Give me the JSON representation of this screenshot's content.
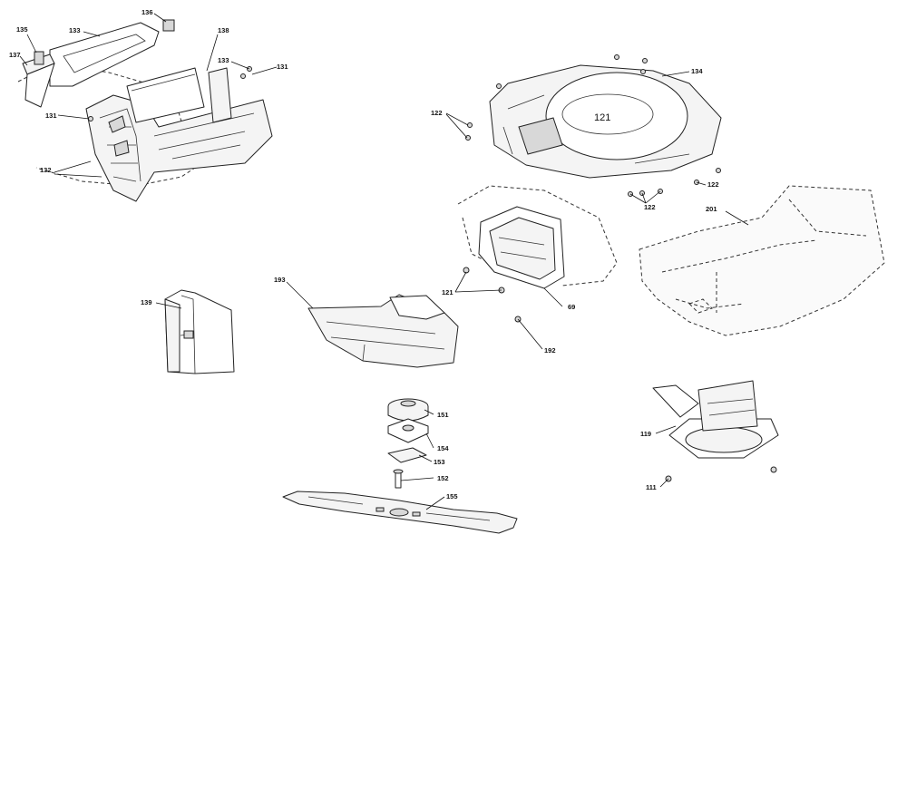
{
  "callouts": [
    {
      "key": "c135",
      "text": "135"
    },
    {
      "key": "c136",
      "text": "136"
    },
    {
      "key": "c133a",
      "text": "133"
    },
    {
      "key": "c137",
      "text": "137"
    },
    {
      "key": "c138",
      "text": "138"
    },
    {
      "key": "c133b",
      "text": "133"
    },
    {
      "key": "c131a",
      "text": "131"
    },
    {
      "key": "c131b",
      "text": "131"
    },
    {
      "key": "c132",
      "text": "132"
    },
    {
      "key": "c134",
      "text": "134"
    },
    {
      "key": "c122a",
      "text": "122"
    },
    {
      "key": "c121big",
      "text": "121"
    },
    {
      "key": "c122b",
      "text": "122"
    },
    {
      "key": "c122c",
      "text": "122"
    },
    {
      "key": "c201",
      "text": "201"
    },
    {
      "key": "c139",
      "text": "139"
    },
    {
      "key": "c193",
      "text": "193"
    },
    {
      "key": "c121",
      "text": "121"
    },
    {
      "key": "c69",
      "text": "69"
    },
    {
      "key": "c192",
      "text": "192"
    },
    {
      "key": "c151",
      "text": "151"
    },
    {
      "key": "c154",
      "text": "154"
    },
    {
      "key": "c153",
      "text": "153"
    },
    {
      "key": "c152",
      "text": "152"
    },
    {
      "key": "c155",
      "text": "155"
    },
    {
      "key": "c119",
      "text": "119"
    },
    {
      "key": "c111",
      "text": "111"
    }
  ]
}
